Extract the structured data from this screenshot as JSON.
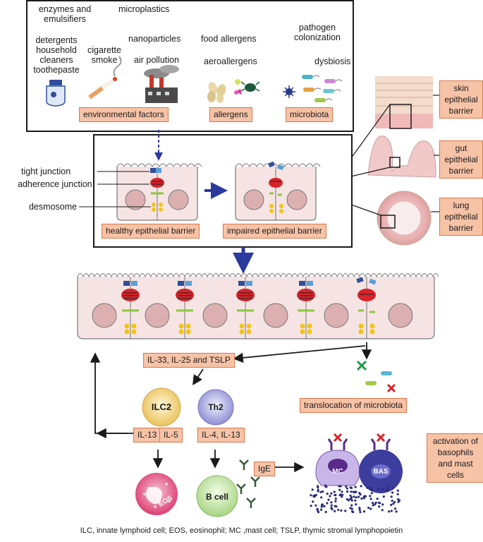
{
  "environment": {
    "items": {
      "enzymes": "enzymes and\nemulsifiers",
      "microplastics": "microplastics",
      "detergents": "detergents\nhousehold\ncleaners\ntoothepaste",
      "cigarette": "cigarette\nsmoke",
      "nanoparticles": "nanoparticles",
      "air_pollution": "air pollution",
      "food_allergens": "food allergens",
      "aeroallergens": "aeroallergens",
      "pathogen": "pathogen\ncolonization",
      "dysbiosis": "dysbiosis"
    },
    "labels": {
      "environmental": "environmental factors",
      "allergens": "allergens",
      "microbiota": "microbiota"
    }
  },
  "junctions": {
    "tight": "tight junction",
    "adherence": "adherence junction",
    "desmosome": "desmosome"
  },
  "barriers": {
    "healthy": "healthy epithelial barrier",
    "impaired": "impaired epithelial barrier",
    "skin": "skin\nepithelial\nbarrier",
    "gut": "gut\nepithelial\nbarrier",
    "lung": "lung\nepithelial\nbarrier"
  },
  "cascade": {
    "cytokines": "IL-33, IL-25 and TSLP",
    "translocation": "translocation of microbiota",
    "ilc2": "ILC2",
    "th2": "Th2",
    "il13": "IL-13",
    "il5": "IL-5",
    "il4_il13": "IL-4, IL-13",
    "ige": "IgE",
    "eos": "EOS",
    "bcell": "B cell",
    "mc": "MC",
    "bas": "BAS",
    "activation": "activation of\nbasophils\nand mast\ncells"
  },
  "caption": "ILC, innate lymphoid cell; EOS, eosinophil; MC ,mast cell; TSLP, thymic stromal lymphopoietin",
  "colors": {
    "label_fill": "#f7c3a7",
    "label_border": "#d9774a",
    "cell_fill": "#f6e4e4",
    "nucleus": "#dcb0b0",
    "arrow_blue": "#2b3a9c",
    "adherence_red": "#d8232a",
    "desmosome_yellow": "#f2c418",
    "tight_blue": "#2f4f9a",
    "ilc2_fill": "#f4d98a",
    "th2_fill": "#b9b8e6",
    "eos_fill": "#e03c6e",
    "bcell_fill": "#c9e8a8",
    "mc_fill": "#c9b6e8",
    "bas_fill": "#3d3d9e"
  },
  "icons": [
    "detergent-bottle-icon",
    "cigarette-icon",
    "factory-icon",
    "food-allergen-icon",
    "dust-mite-icon",
    "pollen-icon",
    "virus-icon",
    "bacteria-icon"
  ]
}
